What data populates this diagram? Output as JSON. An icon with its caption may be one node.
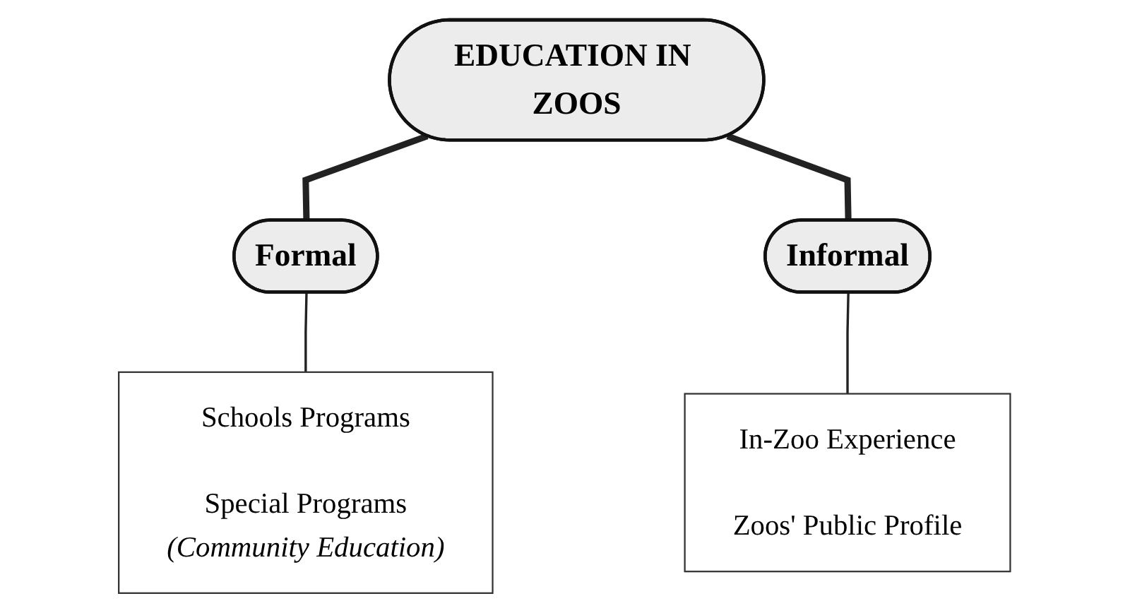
{
  "diagram": {
    "nodes": [
      {
        "text": [
          "EDUCATION IN ZOOS"
        ]
      },
      {
        "text": [
          "Formal"
        ]
      },
      {
        "text": [
          "Informal"
        ]
      },
      {
        "text": [
          "Schools Programs",
          "Special Programs",
          "(Community Education)"
        ]
      },
      {
        "text": [
          "In-Zoo Experience",
          "Zoos' Public Profile"
        ]
      }
    ],
    "edges": [
      {
        "from": 0,
        "to": 1,
        "arrow": "none",
        "style": "thick"
      },
      {
        "from": 0,
        "to": 2,
        "arrow": "none",
        "style": "thick"
      },
      {
        "from": 1,
        "to": 3,
        "arrow": "none"
      },
      {
        "from": 2,
        "to": 4,
        "arrow": "none"
      }
    ]
  }
}
